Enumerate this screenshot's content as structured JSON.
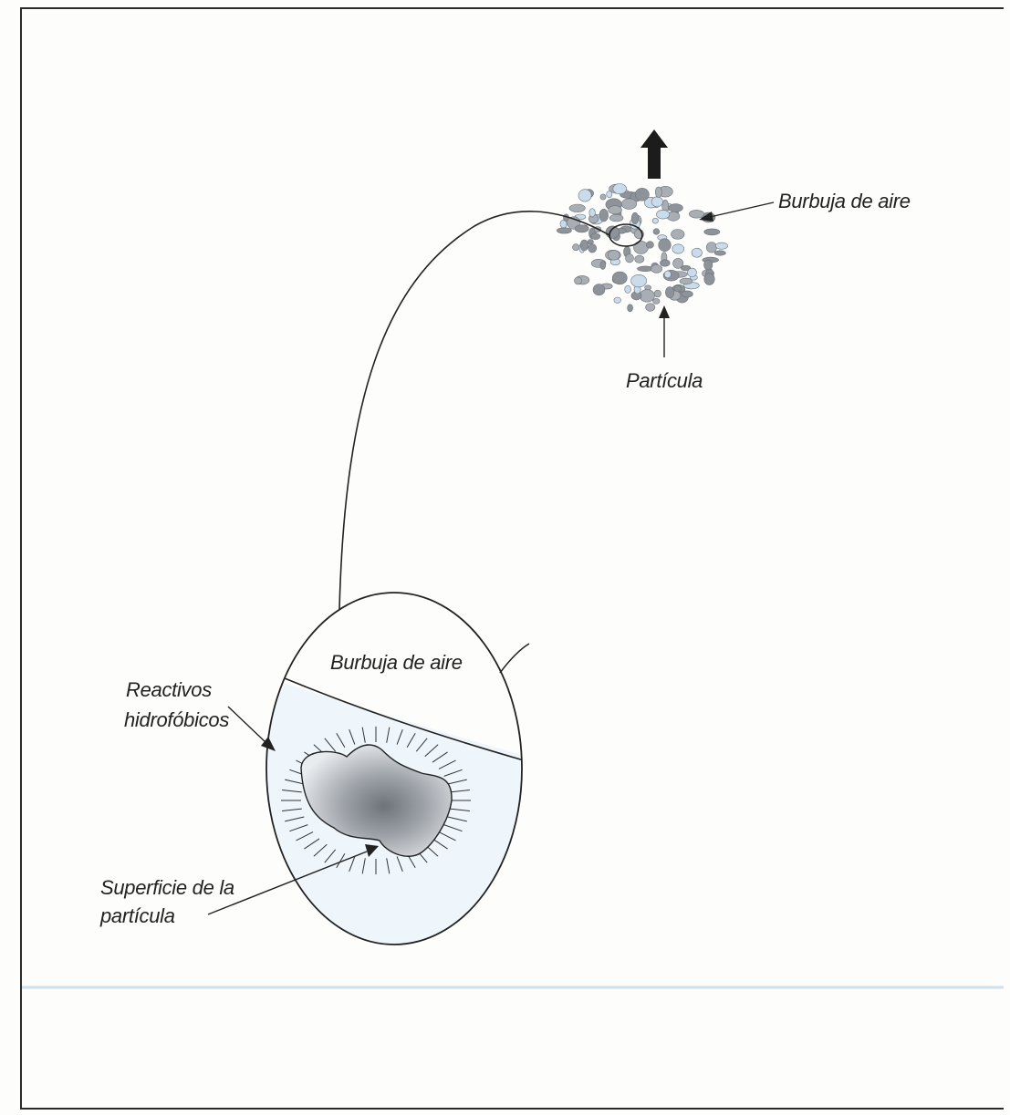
{
  "labels": {
    "air_bubble_top": "Burbuja de aire",
    "particle": "Partícula",
    "air_bubble_inset": "Burbuja de aire",
    "reagents_line1": "Reactivos",
    "reagents_line2": "hidrofóbicos",
    "surface_line1": "Superficie de la",
    "surface_line2": "partícula"
  },
  "colors": {
    "line": "#222222",
    "water_tint": "#eaf3fa",
    "particle_gray": "#8a8f96",
    "bubble_blue": "#c9dcec",
    "page_rule": "#bcd6ea"
  }
}
